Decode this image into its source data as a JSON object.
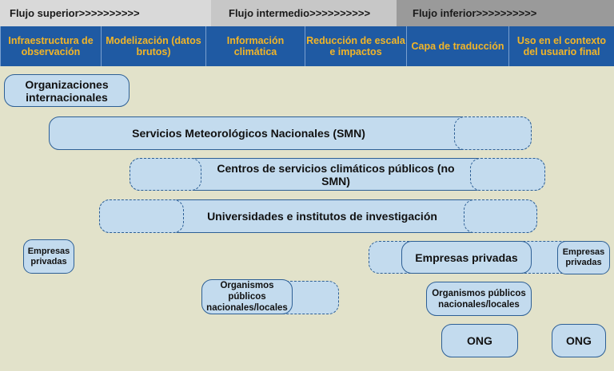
{
  "flows": {
    "upstream": "Flujo superior>>>>>>>>>>",
    "midstream": "Flujo intermedio>>>>>>>>>>",
    "downstream": "Flujo inferior>>>>>>>>>>"
  },
  "columns": [
    "Infraestructura de observación",
    "Modelización (datos brutos)",
    "Información climática",
    "Reducción de escala e impactos",
    "Capa de traducción",
    "Uso en el contexto del usuario final"
  ],
  "actors": {
    "international": "Organizaciones internacionales",
    "nmhs": "Servicios Meteorológicos Nacionales (SMN)",
    "public_centres": "Centros de servicios climáticos públicos (no SMN)",
    "universities": "Universidades e institutos de investigación",
    "private_left": "Empresas privadas",
    "private_mid": "Empresas privadas",
    "private_right": "Empresas privadas",
    "public_bodies_mid": "Organismos públicos nacionales/locales",
    "public_bodies_right": "Organismos públicos nacionales/locales",
    "ngo_1": "ONG",
    "ngo_2": "ONG"
  },
  "colors": {
    "background": "#e2e2ca",
    "header_band": "#1f5aa3",
    "header_text": "#f2b527",
    "box_fill": "#c3dbee",
    "box_border": "#2d5f95"
  }
}
